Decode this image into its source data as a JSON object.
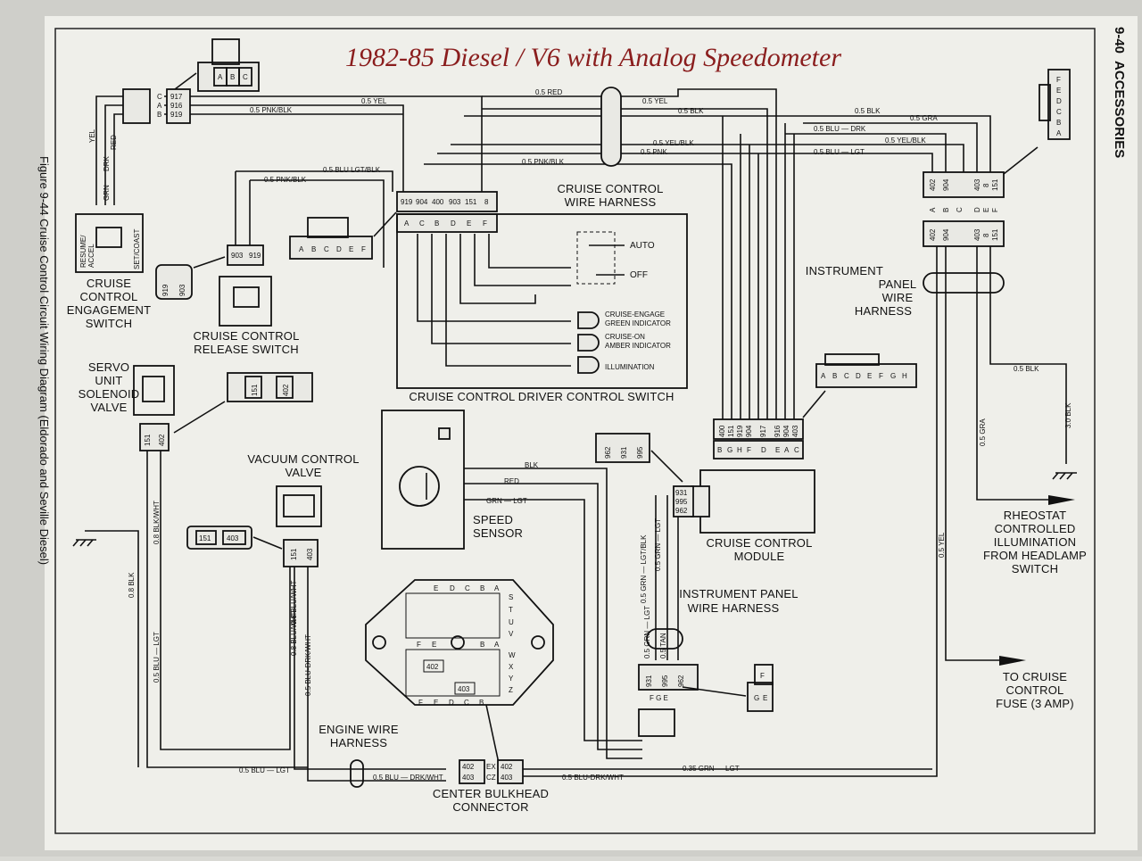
{
  "title": "1982-85 Diesel / V6 with Analog Speedometer",
  "page_header": {
    "number": "9-40",
    "section": "ACCESSORIES"
  },
  "figure_caption": "Figure 9-44 Cruise Control Circuit Wiring Diagram (Eldorado and Seville Diesel)",
  "components": {
    "engagement_switch": [
      "CRUISE",
      "CONTROL",
      "ENGAGEMENT",
      "SWITCH"
    ],
    "release_switch": [
      "CRUISE CONTROL",
      "RELEASE SWITCH"
    ],
    "driver_switch": "CRUISE CONTROL DRIVER CONTROL SWITCH",
    "wire_harness": [
      "CRUISE CONTROL",
      "WIRE HARNESS"
    ],
    "servo": [
      "SERVO",
      "UNIT",
      "SOLENOID",
      "VALVE"
    ],
    "vacuum_valve": [
      "VACUUM CONTROL",
      "VALVE"
    ],
    "speed_sensor": [
      "SPEED",
      "SENSOR"
    ],
    "module": [
      "CRUISE CONTROL",
      "MODULE"
    ],
    "ip_harness_right": [
      "INSTRUMENT",
      "PANEL",
      "WIRE",
      "HARNESS"
    ],
    "ip_harness_bottom": [
      "INSTRUMENT PANEL",
      "WIRE HARNESS"
    ],
    "engine_harness": [
      "ENGINE WIRE",
      "HARNESS"
    ],
    "bulkhead": [
      "CENTER BULKHEAD",
      "CONNECTOR"
    ],
    "rheostat": [
      "RHEOSTAT",
      "CONTROLLED",
      "ILLUMINATION",
      "FROM HEADLAMP",
      "SWITCH"
    ],
    "fuse": [
      "TO CRUISE",
      "CONTROL",
      "FUSE (3 AMP)"
    ]
  },
  "switch_labels": {
    "resume": "RESUME/",
    "accel": "ACCEL",
    "setcoast": "SET/COAST",
    "auto": "AUTO",
    "off": "OFF"
  },
  "indicators": [
    {
      "line1": "CRUISE-ENGAGE",
      "line2": "GREEN INDICATOR"
    },
    {
      "line1": "CRUISE-ON",
      "line2": "AMBER INDICATOR"
    },
    {
      "line1": "ILLUMINATION",
      "line2": ""
    }
  ],
  "wires": {
    "red_top": "0.5 RED",
    "yel_top": "0.5 YEL",
    "pnkblk_top": "0.5 PNK/BLK",
    "yel_mid": "0.5 YEL",
    "blk_top": "0.5 BLK",
    "blk_right": "0.5 BLK",
    "gra_top": "0.5 GRA",
    "blu_drk": "0.5 BLU — DRK",
    "yelblk_mid": "0.5 YEL/BLK",
    "yelblk_right": "0.5 YEL/BLK",
    "pnk_mid": "0.5 PNK",
    "blu_lgt_right": "0.5 BLU — LGT",
    "pnkblk_mid": "0.5 PNK/BLK",
    "blu_lgt_blk": "0.5 BLU LGT/BLK",
    "pnkblk_left": "0.5 PNK/BLK",
    "yel_v": "YEL",
    "drk_v": "DRK",
    "red_v": "RED",
    "grn_v": "GRN",
    "blk_ss": "BLK",
    "red_ss": "RED",
    "grn_lgt_ss": "GRN — LGT",
    "blk_v_right": "0.5 BLK",
    "blk_3": "3.0 BLK",
    "gra_v": "0.5 GRA",
    "yel_v_right": "0.5 YEL",
    "blkwht_v": "0.8 BLK/WHT",
    "blk_08": "0.8 BLK",
    "blu_lgt_v": "0.5 BLU — LGT",
    "bluwht_v": "0.8 BLU/WHT",
    "bluwht_v2": "0.8 BLU/WHT",
    "bludrkwht_v": "0.5 BLU-DRK/WHT",
    "lgtblk_v": "0.5 GRN — LGT/BLK",
    "grn_v2": "0.5 GRN — LGT",
    "grn_v3": "0.5 GRN — LGT",
    "tan_v": "0.5 TAN",
    "blu_lgt_bottom": "0.5 BLU — LGT",
    "blu_drkwht_bottom": "0.5 BLU — DRK/WHT",
    "blu_drkwht_bottom2": "0.5 BLU-DRK/WHT",
    "grn_lgt_bottom": "0.35 GRN — LGT"
  },
  "connectors": {
    "eng_switch_pins": [
      "917",
      "916",
      "919"
    ],
    "eng_switch_letters": [
      "C",
      "A",
      "B"
    ],
    "top_plug": [
      "A",
      "B",
      "C"
    ],
    "release_pins": [
      "903",
      "919"
    ],
    "release_plug": [
      "919",
      "903"
    ],
    "driver_pins": [
      "919",
      "904",
      "400",
      "903",
      "151",
      "8"
    ],
    "driver_letters": [
      "A",
      "C",
      "B",
      "D",
      "E",
      "F"
    ],
    "driver_plug": [
      "A",
      "B",
      "C",
      "D",
      "E",
      "F"
    ],
    "ip_pins_top": [
      "402",
      "904",
      "403",
      "8",
      "151"
    ],
    "ip_pins_mid": [
      "402",
      "904",
      "403",
      "8",
      "151"
    ],
    "ip_letters": [
      "A",
      "B",
      "C",
      "D",
      "E",
      "F"
    ],
    "right_plug": [
      "F",
      "E",
      "D",
      "C",
      "B",
      "A"
    ],
    "servo_pins": [
      "151",
      "402"
    ],
    "servo_plug": [
      "151",
      "402"
    ],
    "vac_pins": [
      "151",
      "403"
    ],
    "vac_plug": [
      "151",
      "403"
    ],
    "module_pins": [
      "400",
      "151",
      "919",
      "904",
      "917",
      "916",
      "904",
      "403"
    ],
    "module_letters": [
      "B",
      "G",
      "H",
      "F",
      "D",
      "E",
      "A",
      "C"
    ],
    "module_plug": [
      "A",
      "B",
      "C",
      "D",
      "E",
      "F",
      "G",
      "H"
    ],
    "speed_pins": [
      "931",
      "995",
      "962"
    ],
    "speed_plug": [
      "962",
      "931",
      "995"
    ],
    "bottom_pins": [
      "931",
      "995",
      "962"
    ],
    "bottom_letters": "F G E",
    "fe_plug": [
      "F",
      "G",
      "E"
    ],
    "bulk_left": [
      "402",
      "403"
    ],
    "bulk_right": [
      "402",
      "403"
    ],
    "bulk_mid": [
      "EX",
      "CZ"
    ],
    "big_top": [
      "E",
      "D",
      "C",
      "B",
      "A"
    ],
    "big_side": [
      "S",
      "T",
      "U",
      "V"
    ],
    "big_side2": [
      "W",
      "X",
      "Y",
      "Z"
    ],
    "big_mid": [
      "F",
      "E",
      "B",
      "A"
    ],
    "big_bottom": [
      "F",
      "E",
      "D",
      "C",
      "B"
    ],
    "big_402": "402",
    "big_403": "403"
  }
}
